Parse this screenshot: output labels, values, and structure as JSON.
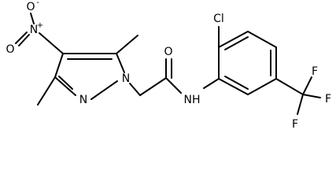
{
  "labels": {
    "cl": "Cl",
    "o_amide": "O",
    "nh": "NH",
    "n_pyrazole_1": "N",
    "n_pyrazole_2": "N",
    "n_nitro": "N",
    "o_nitro_top": "O",
    "o_nitro_left": "O",
    "f_top": "F",
    "f_right": "F",
    "f_bottom": "F",
    "charge_plus": "+",
    "charge_minus": "-"
  }
}
